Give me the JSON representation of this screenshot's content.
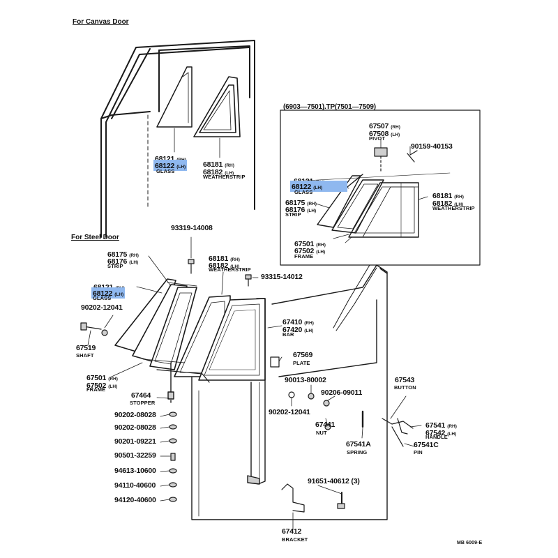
{
  "sections": {
    "canvas_door": "For Canvas Door",
    "steel_door": "For Steel Door",
    "inset": "(6903—7501).TP(7501—7509)"
  },
  "canvas": {
    "glass_rh": "68121",
    "glass_lh": "68122",
    "glass_name": "GLASS",
    "ws_rh": "68181",
    "ws_lh": "68182",
    "ws_name": "WEATHERSTRIP"
  },
  "inset": {
    "pivot_rh": "67507",
    "pivot_lh": "67508",
    "pivot_name": "PIVOT",
    "screw": "90159-40153",
    "glass_rh": "68121",
    "glass_lh": "68122",
    "glass_name": "GLASS",
    "strip_rh": "68175",
    "strip_lh": "68176",
    "strip_name": "STRIP",
    "ws_rh": "68181",
    "ws_lh": "68182",
    "ws_name": "WEATHERSTRIP",
    "frame_rh": "67501",
    "frame_lh": "67502",
    "frame_name": "FRAME"
  },
  "steel": {
    "bolt_top": "93319-14008",
    "strip_rh": "68175",
    "strip_lh": "68176",
    "strip_name": "STRIP",
    "ws_rh": "68181",
    "ws_lh": "68182",
    "ws_name": "WEATHERSTRIP",
    "screw_right": "93315-14012",
    "glass_rh": "68121",
    "glass_lh": "68122",
    "glass_name": "GLASS",
    "nut_shaft": "90202-12041",
    "shaft": "67519",
    "shaft_name": "SHAFT",
    "bar_rh": "67410",
    "bar_lh": "67420",
    "bar_name": "BAR",
    "plate": "67569",
    "plate_name": "PLATE",
    "frame_rh": "67501",
    "frame_lh": "67502",
    "frame_name": "FRAME",
    "stopper": "67464",
    "stopper_name": "STOPPER",
    "p90013": "90013-80002",
    "p90206": "90206-09011",
    "p90202b": "90202-12041",
    "nut": "67441",
    "nut_name": "NUT",
    "spring": "67541A",
    "spring_name": "SPRING",
    "button": "67543",
    "button_name": "BUTTON",
    "handle_rh": "67541",
    "handle_lh": "67542",
    "handle_name": "HANDLE",
    "pin": "67541C",
    "pin_name": "PIN",
    "w1": "90202-08028",
    "w2": "90202-08028",
    "w3": "90201-09221",
    "w4": "90501-32259",
    "w5": "94613-10600",
    "w6": "94110-40600",
    "w7": "94120-40600",
    "screw_bottom": "91651-40612 (3)",
    "bracket": "67412",
    "bracket_name": "BRACKET"
  },
  "suffix": {
    "rh": "(RH)",
    "lh": "(LH)"
  },
  "footer": "MB 6009-E"
}
